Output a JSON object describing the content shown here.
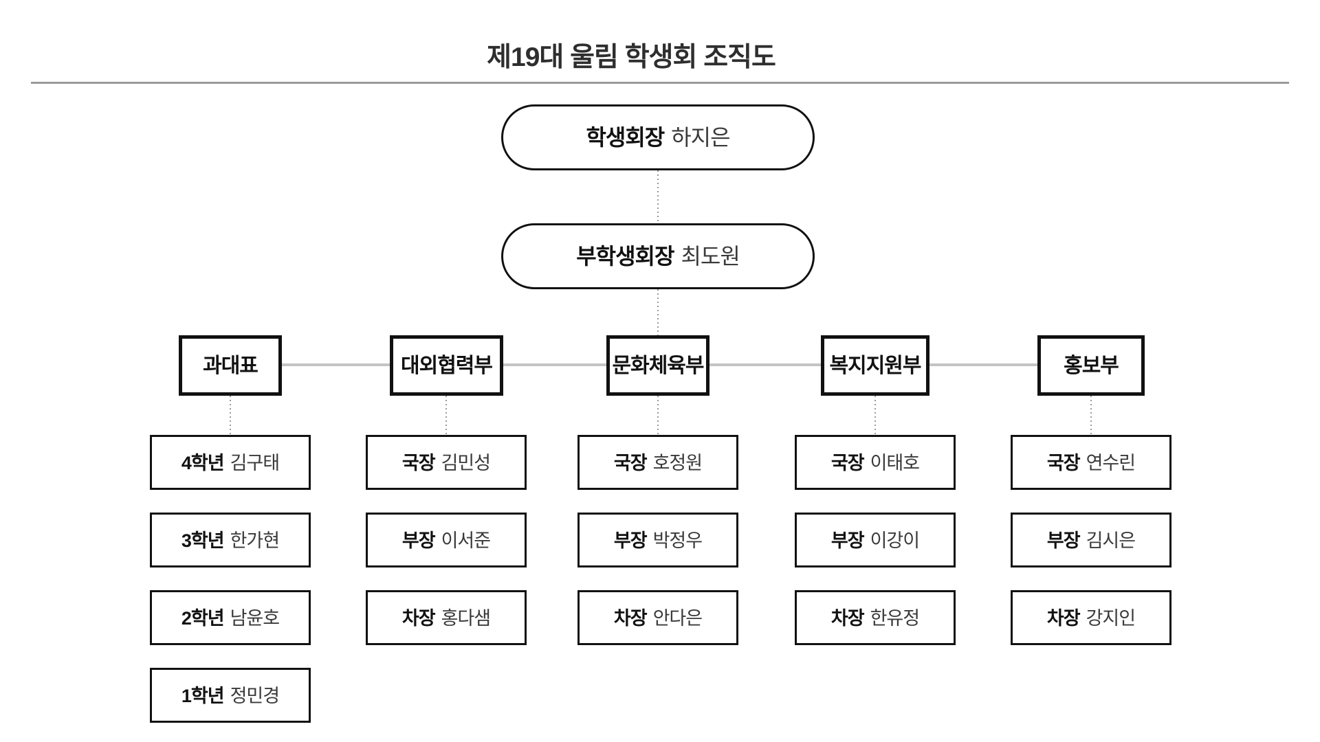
{
  "title": "제19대 울림 학생회 조직도",
  "diagram_type": "org-chart",
  "org": {
    "president": {
      "role": "학생회장",
      "name": "하지은"
    },
    "vice_president": {
      "role": "부학생회장",
      "name": "최도원"
    },
    "departments": [
      {
        "label": "과대표",
        "members": [
          {
            "role": "4학년",
            "name": "김구태"
          },
          {
            "role": "3학년",
            "name": "한가현"
          },
          {
            "role": "2학년",
            "name": "남윤호"
          },
          {
            "role": "1학년",
            "name": "정민경"
          }
        ]
      },
      {
        "label": "대외협력부",
        "members": [
          {
            "role": "국장",
            "name": "김민성"
          },
          {
            "role": "부장",
            "name": "이서준"
          },
          {
            "role": "차장",
            "name": "홍다샘"
          }
        ]
      },
      {
        "label": "문화체육부",
        "members": [
          {
            "role": "국장",
            "name": "호정원"
          },
          {
            "role": "부장",
            "name": "박정우"
          },
          {
            "role": "차장",
            "name": "안다은"
          }
        ]
      },
      {
        "label": "복지지원부",
        "members": [
          {
            "role": "국장",
            "name": "이태호"
          },
          {
            "role": "부장",
            "name": "이강이"
          },
          {
            "role": "차장",
            "name": "한유정"
          }
        ]
      },
      {
        "label": "홍보부",
        "members": [
          {
            "role": "국장",
            "name": "연수린"
          },
          {
            "role": "부장",
            "name": "김시은"
          },
          {
            "role": "차장",
            "name": "강지인"
          }
        ]
      }
    ]
  },
  "colors": {
    "background": "#ffffff",
    "box_border": "#111111",
    "role_text": "#111111",
    "name_text": "#3a3a3a",
    "title_text": "#2e2e2e",
    "title_rule": "#9a9a9a",
    "dept_connector_line": "#c4c4c4",
    "dotted_connector": "#999999"
  }
}
